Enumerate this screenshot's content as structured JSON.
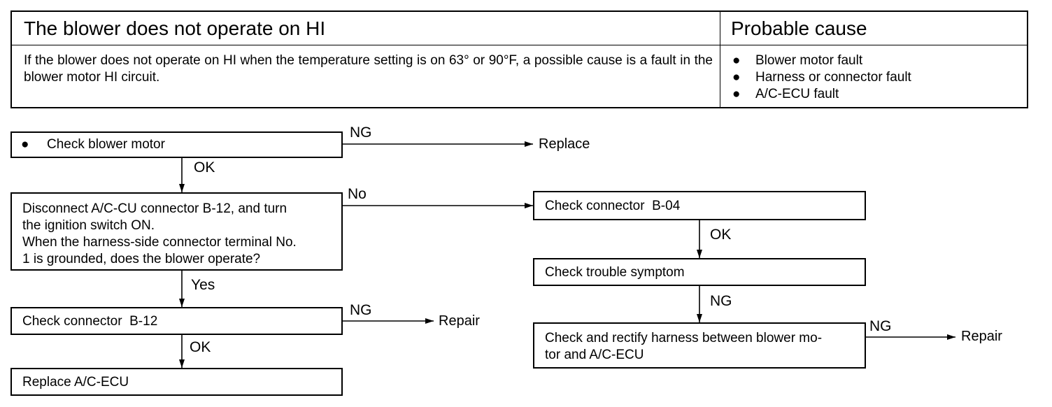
{
  "header": {
    "title": "The blower does not operate on HI",
    "cause_title": "Probable cause",
    "description": "If the blower does not operate on HI when the temperature setting is on 63° or 90°F, a possible cause is a fault in the blower motor HI circuit.",
    "causes": [
      "Blower motor fault",
      "Harness or connector fault",
      "A/C-ECU fault"
    ]
  },
  "flow": {
    "step1": "Check blower motor",
    "step1_ng": "NG",
    "step1_ng_action": "Replace",
    "step1_ok": "OK",
    "step2": "Disconnect A/C-CU connector B-12, and turn the ignition switch ON. When the harness-side connector terminal No. 1 is grounded, does the blower operate?",
    "step2_lines": [
      "Disconnect A/C-CU connector B-12, and turn",
      "the ignition switch ON.",
      "When the harness-side connector terminal No.",
      "1 is grounded, does the blower operate?"
    ],
    "step2_no": "No",
    "step2_yes": "Yes",
    "step3": "Check connector  B-12",
    "step3_ng": "NG",
    "step3_ng_action": "Repair",
    "step3_ok": "OK",
    "step4": "Replace A/C-ECU",
    "right1": "Check connector  B-04",
    "right1_ok": "OK",
    "right2": "Check trouble symptom",
    "right2_ng": "NG",
    "right3_lines": [
      "Check and rectify harness between blower mo-",
      "tor and A/C-ECU"
    ],
    "right3_ng": "NG",
    "right3_ng_action": "Repair"
  }
}
